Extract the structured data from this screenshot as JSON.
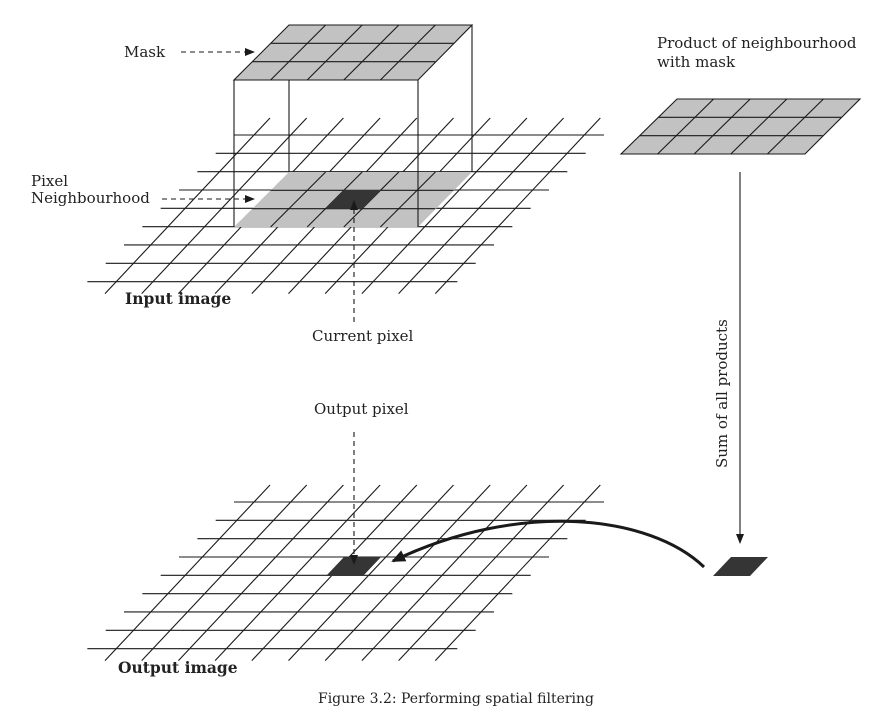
{
  "labels": {
    "mask": "Mask",
    "product_line1": "Product of neighbourhood",
    "product_line2": "with mask",
    "pixel_line1": "Pixel",
    "pixel_line2": "Neighbourhood",
    "input_image": "Input image",
    "current_pixel": "Current pixel",
    "sum_products": "Sum of all products",
    "output_pixel": "Output pixel",
    "output_image": "Output image",
    "caption": "Figure 3.2: Performing spatial filtering"
  },
  "colors": {
    "gray_fill": "#c2c2c2",
    "dark_fill": "#353535",
    "line": "#1a1a1a"
  }
}
